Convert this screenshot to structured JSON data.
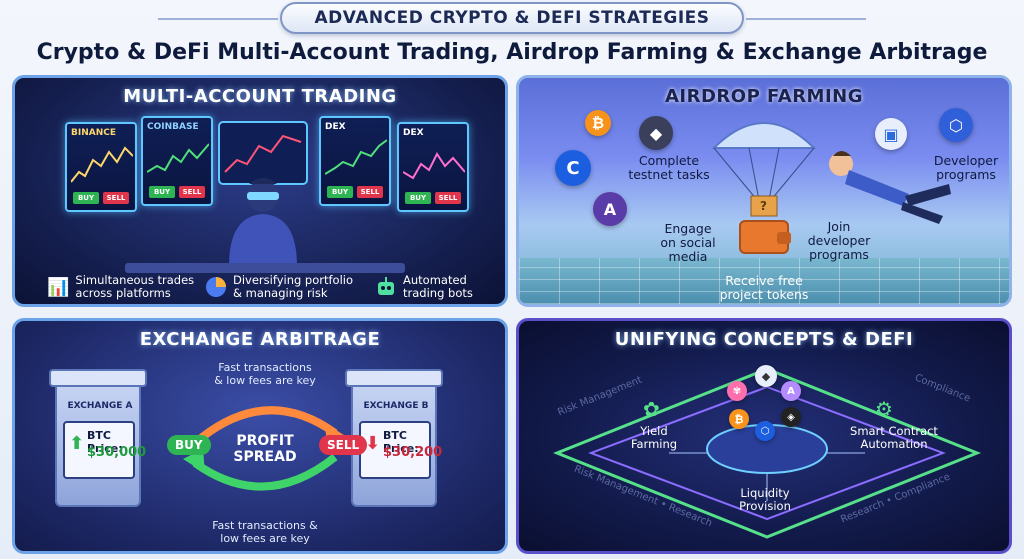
{
  "header": {
    "banner": "ADVANCED CRYPTO & DEFI STRATEGIES",
    "title": "Crypto & DeFi Multi-Account Trading, Airdrop Farming & Exchange Arbitrage"
  },
  "multi_account": {
    "title": "MULTI-ACCOUNT TRADING",
    "monitors": [
      {
        "label": "BINANCE",
        "buy": "BUY",
        "sell": "SELL"
      },
      {
        "label": "COINBASE",
        "buy": "BUY",
        "sell": "SELL"
      },
      {
        "label": "DEX",
        "buy": "BUY",
        "sell": "SELL"
      },
      {
        "label": "DEX",
        "buy": "BUY",
        "sell": "SELL"
      }
    ],
    "features": [
      {
        "icon": "bar-chart-icon",
        "text1": "Simultaneous trades",
        "text2": "across platforms"
      },
      {
        "icon": "pie-chart-icon",
        "text1": "Diversifying portfolio",
        "text2": "& managing risk"
      },
      {
        "icon": "robot-icon",
        "text1": "Automated",
        "text2": "trading bots"
      }
    ]
  },
  "airdrop": {
    "title": "AIRDROP FARMING",
    "complete1": "Complete",
    "complete2": "testnet tasks",
    "developer1": "Developer",
    "developer2": "programs",
    "engage1": "Engage",
    "engage2": "on social",
    "engage3": "media",
    "join1": "Join",
    "join2": "developer",
    "join3": "programs",
    "receive1": "Receive free",
    "receive2": "project tokens"
  },
  "arbitrage": {
    "title": "EXCHANGE ARBITRAGE",
    "exchange_a": "EXCHANGE A",
    "exchange_b": "EXCHANGE B",
    "price_label": "BTC Price:",
    "price_a": "$30,000",
    "price_b": "$30,200",
    "buy": "BUY",
    "sell": "SELL",
    "profit1": "PROFIT",
    "profit2": "SPREAD",
    "note_top1": "Fast transactions",
    "note_top2": "& low fees are key",
    "note_bottom1": "Fast transactions &",
    "note_bottom2": "low fees are key"
  },
  "unifying": {
    "title": "UNIFYING CONCEPTS & DEFI",
    "yield1": "Yield",
    "yield2": "Farming",
    "smart1": "Smart Contract",
    "smart2": "Automation",
    "liquidity1": "Liquidity",
    "liquidity2": "Provision",
    "risk_top": "Risk Management",
    "compliance_top": "Compliance",
    "risk_bottom": "Risk Management • Research",
    "compliance_bottom": "Research • Compliance"
  },
  "colors": {
    "buy": "#2fb454",
    "sell": "#e0354a",
    "accent": "#5ec7ff"
  }
}
